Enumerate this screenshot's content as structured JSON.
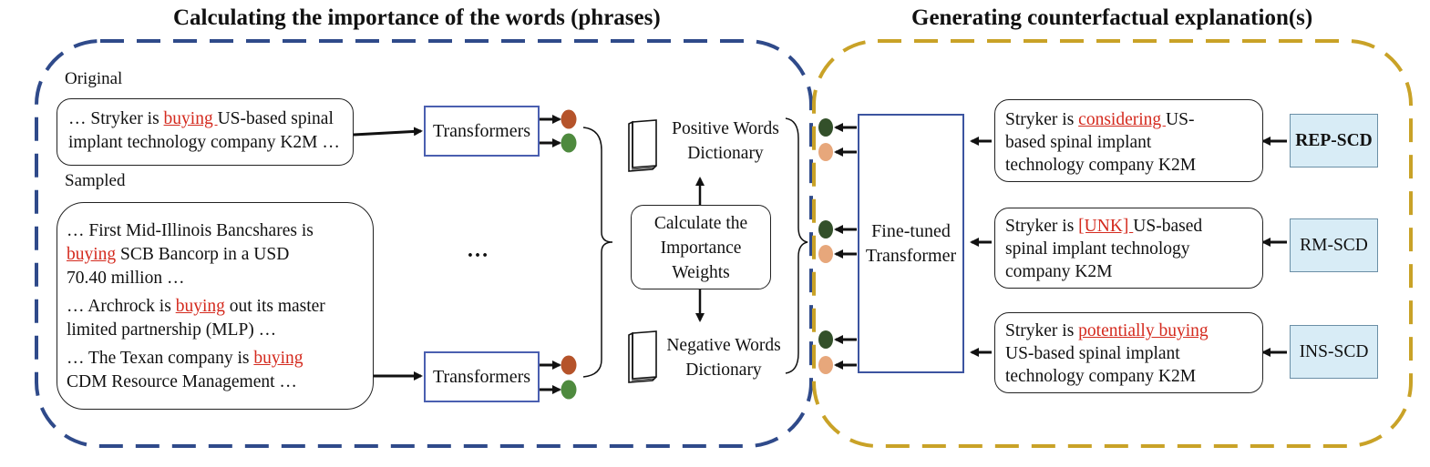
{
  "titles": {
    "left": "Calculating the importance of the words (phrases)",
    "right": "Generating counterfactual explanation(s)"
  },
  "labels": {
    "original": "Original",
    "sampled": "Sampled",
    "ellipsis": "…"
  },
  "original_box": {
    "line1_pre": "… Stryker is ",
    "line1_hl": "buying ",
    "line1_post": "US-based spinal",
    "line2": "implant technology company K2M …"
  },
  "sampled_box": {
    "s1_l1": "… First Mid-Illinois Bancshares is",
    "s1_l2_hl": "buying",
    "s1_l2_post": " SCB Bancorp in a USD",
    "s1_l3": "70.40 million …",
    "s2_l1_pre": "… Archrock is ",
    "s2_l1_hl": "buying",
    "s2_l1_post": " out its master",
    "s2_l2": "limited partnership (MLP) …",
    "s3_l1_pre": "… The Texan company is ",
    "s3_l1_hl": "buying",
    "s3_l2": "CDM Resource Management …"
  },
  "transformers": {
    "top": "Transformers",
    "bottom": "Transformers"
  },
  "calc_box": {
    "l1": "Calculate the",
    "l2": "Importance",
    "l3": "Weights"
  },
  "dictionaries": {
    "positive_l1": "Positive Words",
    "positive_l2": "Dictionary",
    "negative_l1": "Negative Words",
    "negative_l2": "Dictionary"
  },
  "finetuned": {
    "l1": "Fine-tuned",
    "l2": "Transformer"
  },
  "cf_boxes": {
    "rep_l1_pre": "Stryker is ",
    "rep_l1_hl": "considering ",
    "rep_l1_post": "US-",
    "rep_l2": "based spinal implant",
    "rep_l3": "technology company K2M",
    "rm_l1_pre": "Stryker is ",
    "rm_l1_hl": "[UNK] ",
    "rm_l1_post": "US-based",
    "rm_l2": "spinal implant technology",
    "rm_l3": "company K2M",
    "ins_l1_pre": "Stryker is ",
    "ins_l1_hl": "potentially buying",
    "ins_l2": "US-based spinal implant",
    "ins_l3": "technology company K2M"
  },
  "scd": {
    "rep": "REP-SCD",
    "rm": "RM-SCD",
    "ins": "INS-SCD"
  },
  "colors": {
    "left_dashed": "#2f4a8a",
    "right_dashed": "#c9a227",
    "highlight": "#d42a1e",
    "dot_brown": "#b5532a",
    "dot_green": "#4e8a3e",
    "dot_darkgreen": "#33502a",
    "dot_peach": "#e7a77b",
    "scd_fill": "#d8ecf6"
  }
}
